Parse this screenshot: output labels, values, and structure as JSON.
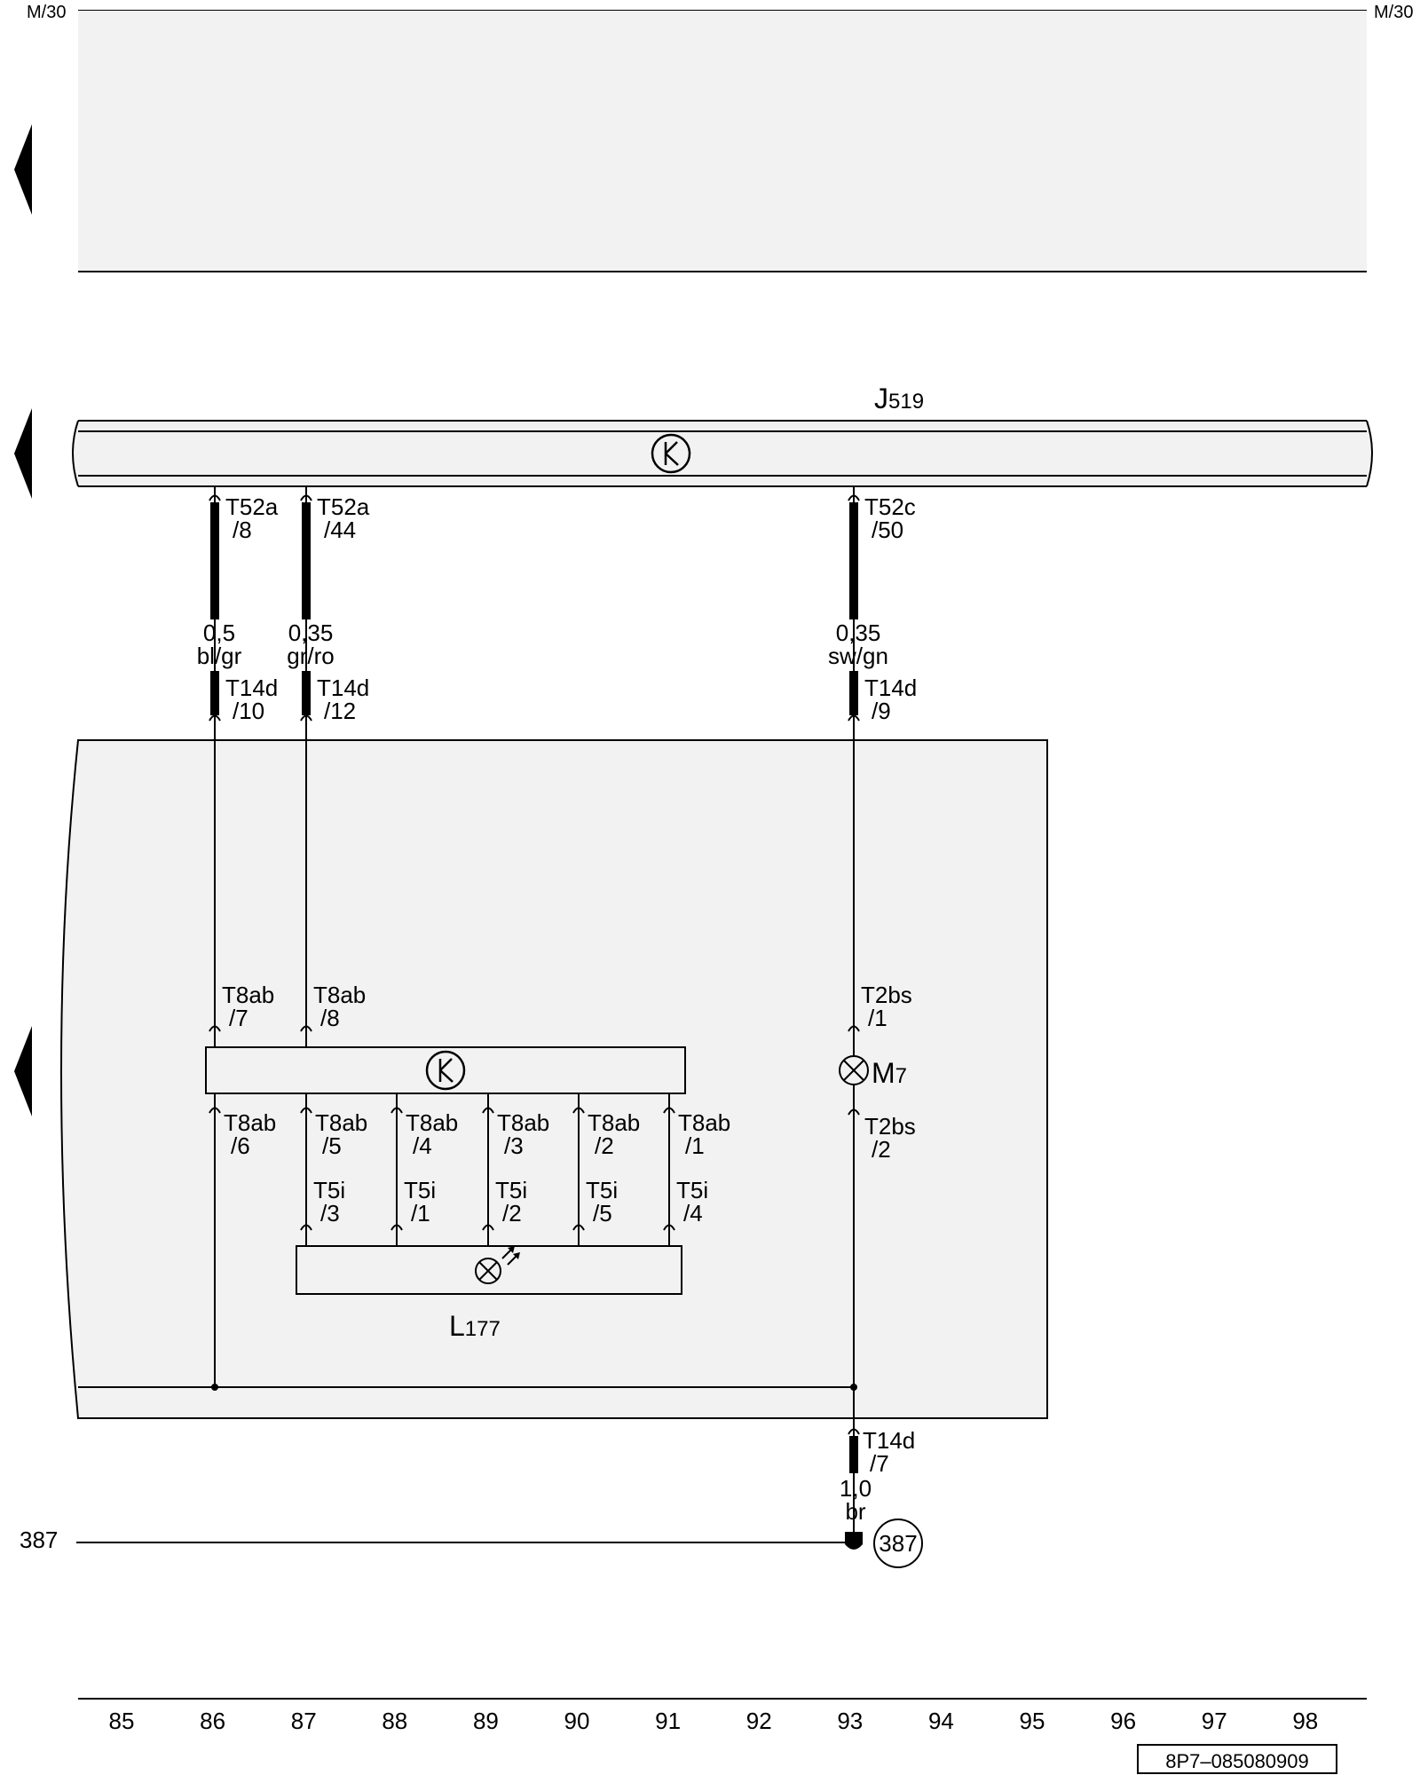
{
  "sheet": {
    "ref_top_left": "M/30",
    "ref_top_right": "M/30",
    "doc_code": "8P7–085080909",
    "grid_numbers": [
      "85",
      "86",
      "87",
      "88",
      "89",
      "90",
      "91",
      "92",
      "93",
      "94",
      "95",
      "96",
      "97",
      "98"
    ]
  },
  "components": {
    "j519": {
      "letter": "J",
      "num": "519"
    },
    "l177": {
      "letter": "L",
      "num": "177"
    },
    "m7": {
      "letter": "M",
      "num": "7"
    }
  },
  "connectors": {
    "t52a_8": [
      "T52a",
      "/8"
    ],
    "t52a_44": [
      "T52a",
      "/44"
    ],
    "t52c_50": [
      "T52c",
      "/50"
    ],
    "t14d_10": [
      "T14d",
      "/10"
    ],
    "t14d_12": [
      "T14d",
      "/12"
    ],
    "t14d_9": [
      "T14d",
      "/9"
    ],
    "t8ab_7": [
      "T8ab",
      "/7"
    ],
    "t8ab_8": [
      "T8ab",
      "/8"
    ],
    "t2bs_1": [
      "T2bs",
      "/1"
    ],
    "t8ab_6": [
      "T8ab",
      "/6"
    ],
    "t8ab_5": [
      "T8ab",
      "/5"
    ],
    "t8ab_4": [
      "T8ab",
      "/4"
    ],
    "t8ab_3": [
      "T8ab",
      "/3"
    ],
    "t8ab_2": [
      "T8ab",
      "/2"
    ],
    "t8ab_1": [
      "T8ab",
      "/1"
    ],
    "t2bs_2": [
      "T2bs",
      "/2"
    ],
    "t5i_3": [
      "T5i",
      "/3"
    ],
    "t5i_1": [
      "T5i",
      "/1"
    ],
    "t5i_2": [
      "T5i",
      "/2"
    ],
    "t5i_5": [
      "T5i",
      "/5"
    ],
    "t5i_4": [
      "T5i",
      "/4"
    ],
    "t14d_7": [
      "T14d",
      "/7"
    ]
  },
  "wires": {
    "w_bl_gr": [
      "0,5",
      "bl/gr"
    ],
    "w_gr_ro": [
      "0,35",
      "gr/ro"
    ],
    "w_sw_gn": [
      "0,35",
      "sw/gn"
    ],
    "w_br": [
      "1,0",
      "br"
    ]
  },
  "ground": {
    "left_label": "387",
    "circle_label": "387"
  }
}
